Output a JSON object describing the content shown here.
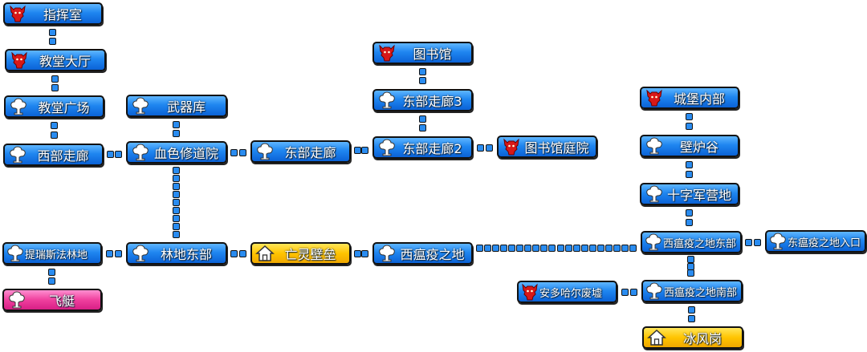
{
  "nodes": [
    {
      "name": "指挥室",
      "icon": "dragon-icon",
      "type": "dungeon"
    },
    {
      "name": "教堂大厅",
      "icon": "dragon-icon",
      "type": "dungeon"
    },
    {
      "name": "教堂广场",
      "icon": "tree-icon",
      "type": "zone"
    },
    {
      "name": "西部走廊",
      "icon": "tree-icon",
      "type": "zone"
    },
    {
      "name": "武器库",
      "icon": "tree-icon",
      "type": "zone"
    },
    {
      "name": "血色修道院",
      "icon": "tree-icon",
      "type": "zone"
    },
    {
      "name": "东部走廊",
      "icon": "tree-icon",
      "type": "zone"
    },
    {
      "name": "图书馆",
      "icon": "dragon-icon",
      "type": "dungeon"
    },
    {
      "name": "东部走廊3",
      "icon": "tree-icon",
      "type": "zone"
    },
    {
      "name": "东部走廊2",
      "icon": "tree-icon",
      "type": "zone"
    },
    {
      "name": "图书馆庭院",
      "icon": "dragon-icon",
      "type": "dungeon"
    },
    {
      "name": "城堡内部",
      "icon": "dragon-icon",
      "type": "dungeon"
    },
    {
      "name": "壁炉谷",
      "icon": "tree-icon",
      "type": "zone"
    },
    {
      "name": "十字军营地",
      "icon": "tree-icon",
      "type": "zone"
    },
    {
      "name": "西瘟疫之地东部",
      "icon": "tree-icon",
      "type": "zone"
    },
    {
      "name": "东瘟疫之地入口",
      "icon": "tree-icon",
      "type": "zone"
    },
    {
      "name": "安多哈尔废墟",
      "icon": "dragon-icon",
      "type": "dungeon"
    },
    {
      "name": "西瘟疫之地南部",
      "icon": "tree-icon",
      "type": "zone"
    },
    {
      "name": "冰风岗",
      "icon": "house-icon",
      "type": "town"
    },
    {
      "name": "提瑞斯法林地",
      "icon": "tree-icon",
      "type": "zone"
    },
    {
      "name": "飞艇",
      "icon": "tree-icon",
      "type": "transport"
    },
    {
      "name": "林地东部",
      "icon": "tree-icon",
      "type": "zone"
    },
    {
      "name": "亡灵壁垒",
      "icon": "house-icon",
      "type": "town"
    },
    {
      "name": "西瘟疫之地",
      "icon": "tree-icon",
      "type": "zone"
    }
  ],
  "edges": [
    [
      0,
      1
    ],
    [
      1,
      2
    ],
    [
      2,
      3
    ],
    [
      3,
      5
    ],
    [
      4,
      5
    ],
    [
      5,
      6
    ],
    [
      6,
      9
    ],
    [
      7,
      8
    ],
    [
      8,
      9
    ],
    [
      9,
      10
    ],
    [
      11,
      12
    ],
    [
      12,
      13
    ],
    [
      13,
      14
    ],
    [
      14,
      15
    ],
    [
      14,
      17
    ],
    [
      16,
      17
    ],
    [
      17,
      18
    ],
    [
      5,
      21
    ],
    [
      19,
      21
    ],
    [
      19,
      20
    ],
    [
      21,
      22
    ],
    [
      22,
      23
    ],
    [
      23,
      14
    ]
  ],
  "colors": {
    "zone": "#1f86f0",
    "town": "#ffc400",
    "transport": "#f0409e",
    "dungeon_icon": "#d81818"
  }
}
